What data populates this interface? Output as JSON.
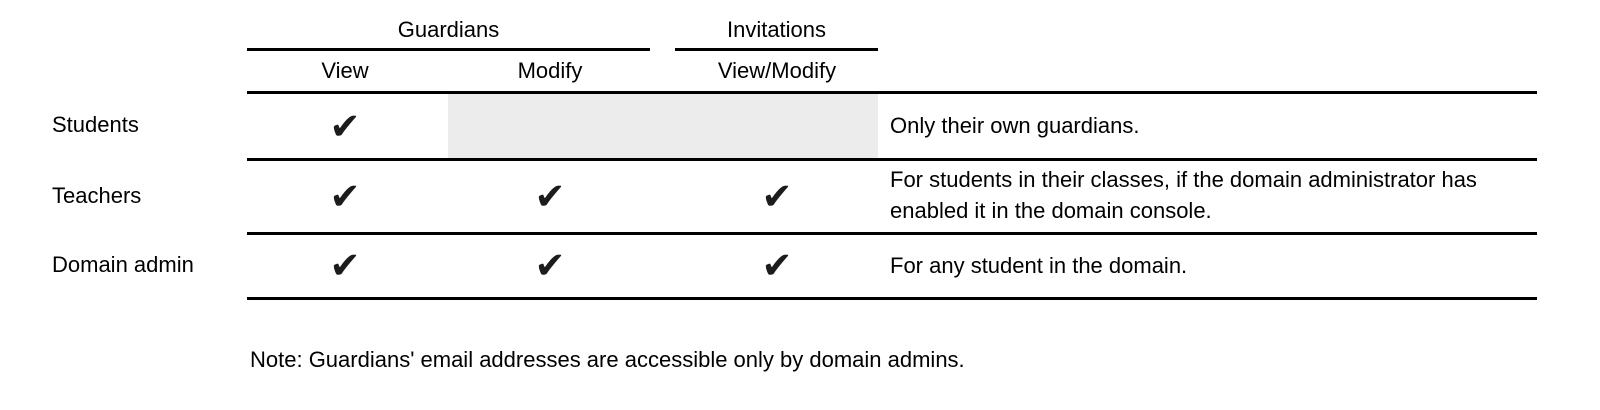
{
  "table": {
    "check_symbol": "✔",
    "column_groups": [
      {
        "label": "Guardians",
        "columns": [
          "View",
          "Modify"
        ]
      },
      {
        "label": "Invitations",
        "columns": [
          "View/Modify"
        ]
      }
    ],
    "rows": [
      {
        "label": "Students",
        "guardians_view": true,
        "guardians_modify": false,
        "invitations_view_modify": false,
        "disabled_cells": true,
        "comment": "Only their own guardians."
      },
      {
        "label": "Teachers",
        "guardians_view": true,
        "guardians_modify": true,
        "invitations_view_modify": true,
        "disabled_cells": false,
        "comment": "For students in their classes, if the domain administrator has enabled it in the domain console."
      },
      {
        "label": "Domain admin",
        "guardians_view": true,
        "guardians_modify": true,
        "invitations_view_modify": true,
        "disabled_cells": false,
        "comment": "For any student in the domain."
      }
    ]
  },
  "note": "Note: Guardians' email addresses are accessible only by domain admins.",
  "colors": {
    "line": "#000000",
    "text": "#000000",
    "check": "#1c1c1c",
    "disabled_cell_bg": "#ececec"
  }
}
